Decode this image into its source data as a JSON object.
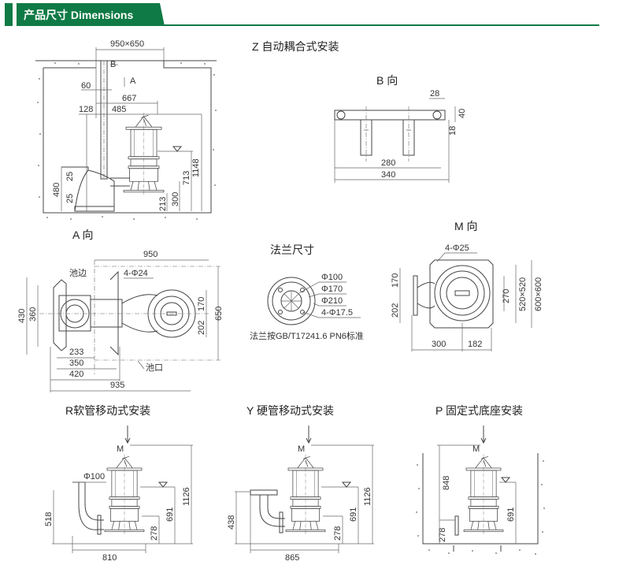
{
  "header": {
    "title": "产品尺寸  Dimensions",
    "accent_color": "#0f7a45"
  },
  "z_view": {
    "title": "Z  自动耦合式安装",
    "pit": "950×650",
    "d60": "60",
    "arrow_a": "A",
    "arrow_b": "B",
    "d667": "667",
    "d128": "128",
    "d485": "485",
    "d1148": "1148",
    "d713": "713",
    "d480": "480",
    "d25a": "25",
    "d25b": "25",
    "d213": "213",
    "d300": "300"
  },
  "b_view": {
    "title": "B 向",
    "d28": "28",
    "d40": "40",
    "d18": "18",
    "d280": "280",
    "d340": "340"
  },
  "a_view": {
    "title": "A 向",
    "d950": "950",
    "holes": "4-Φ24",
    "pool_edge": "池边",
    "d430": "430",
    "d360": "360",
    "d170": "170",
    "d650": "650",
    "d202": "202",
    "d233": "233",
    "d350": "350",
    "d420": "420",
    "d935": "935",
    "pool_mouth": "池口"
  },
  "flange": {
    "title": "法兰尺寸",
    "d100": "Φ100",
    "d170": "Φ170",
    "d210": "Φ210",
    "holes": "4-Φ17.5",
    "note": "法兰按GB/T17241.6 PN6标准"
  },
  "m_view": {
    "title": "M 向",
    "holes": "4-Φ25",
    "d170": "170",
    "d202": "202",
    "d270": "270",
    "d520": "520×520",
    "d600": "600×600",
    "d300": "300",
    "d182": "182"
  },
  "r_view": {
    "title": "R软管移动式安装",
    "m": "M",
    "d100": "Φ100",
    "d518": "518",
    "d1126": "1126",
    "d691": "691",
    "d278": "278",
    "d810": "810"
  },
  "y_view": {
    "title": "Y 硬管移动式安装",
    "m": "M",
    "d438": "438",
    "d1126": "1126",
    "d691": "691",
    "d278": "278",
    "d865": "865"
  },
  "p_view": {
    "title": "P 固定式底座安装",
    "m": "M",
    "d848": "848",
    "d691": "691",
    "d278": "278"
  }
}
